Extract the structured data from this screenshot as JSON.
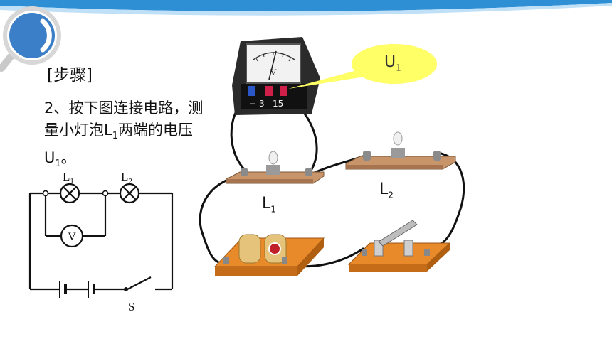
{
  "slide": {
    "step_label": "[步骤]",
    "instruction": {
      "prefix": "2、按下图连接电路，测量小灯泡L",
      "sub1": "1",
      "middle": "两端的电压U",
      "sub2": "1",
      "suffix": "。"
    },
    "schematic": {
      "lamp1_label": "L1",
      "lamp2_label": "L2",
      "voltmeter_label": "V",
      "switch_label": "S"
    },
    "callout": {
      "main": "U",
      "sub": "1"
    },
    "apparatus": {
      "lamp1": {
        "main": "L",
        "sub": "1"
      },
      "lamp2": {
        "main": "L",
        "sub": "2"
      },
      "meter": {
        "dial": "V",
        "terminals": [
          "−",
          "3",
          "15"
        ]
      }
    }
  },
  "colors": {
    "top_band": "#2f8fd5",
    "callout_fill": "#ffff66",
    "board": "#c8946a",
    "holder": "#e8892a",
    "magnifier_ring": "#3b7fc8"
  }
}
